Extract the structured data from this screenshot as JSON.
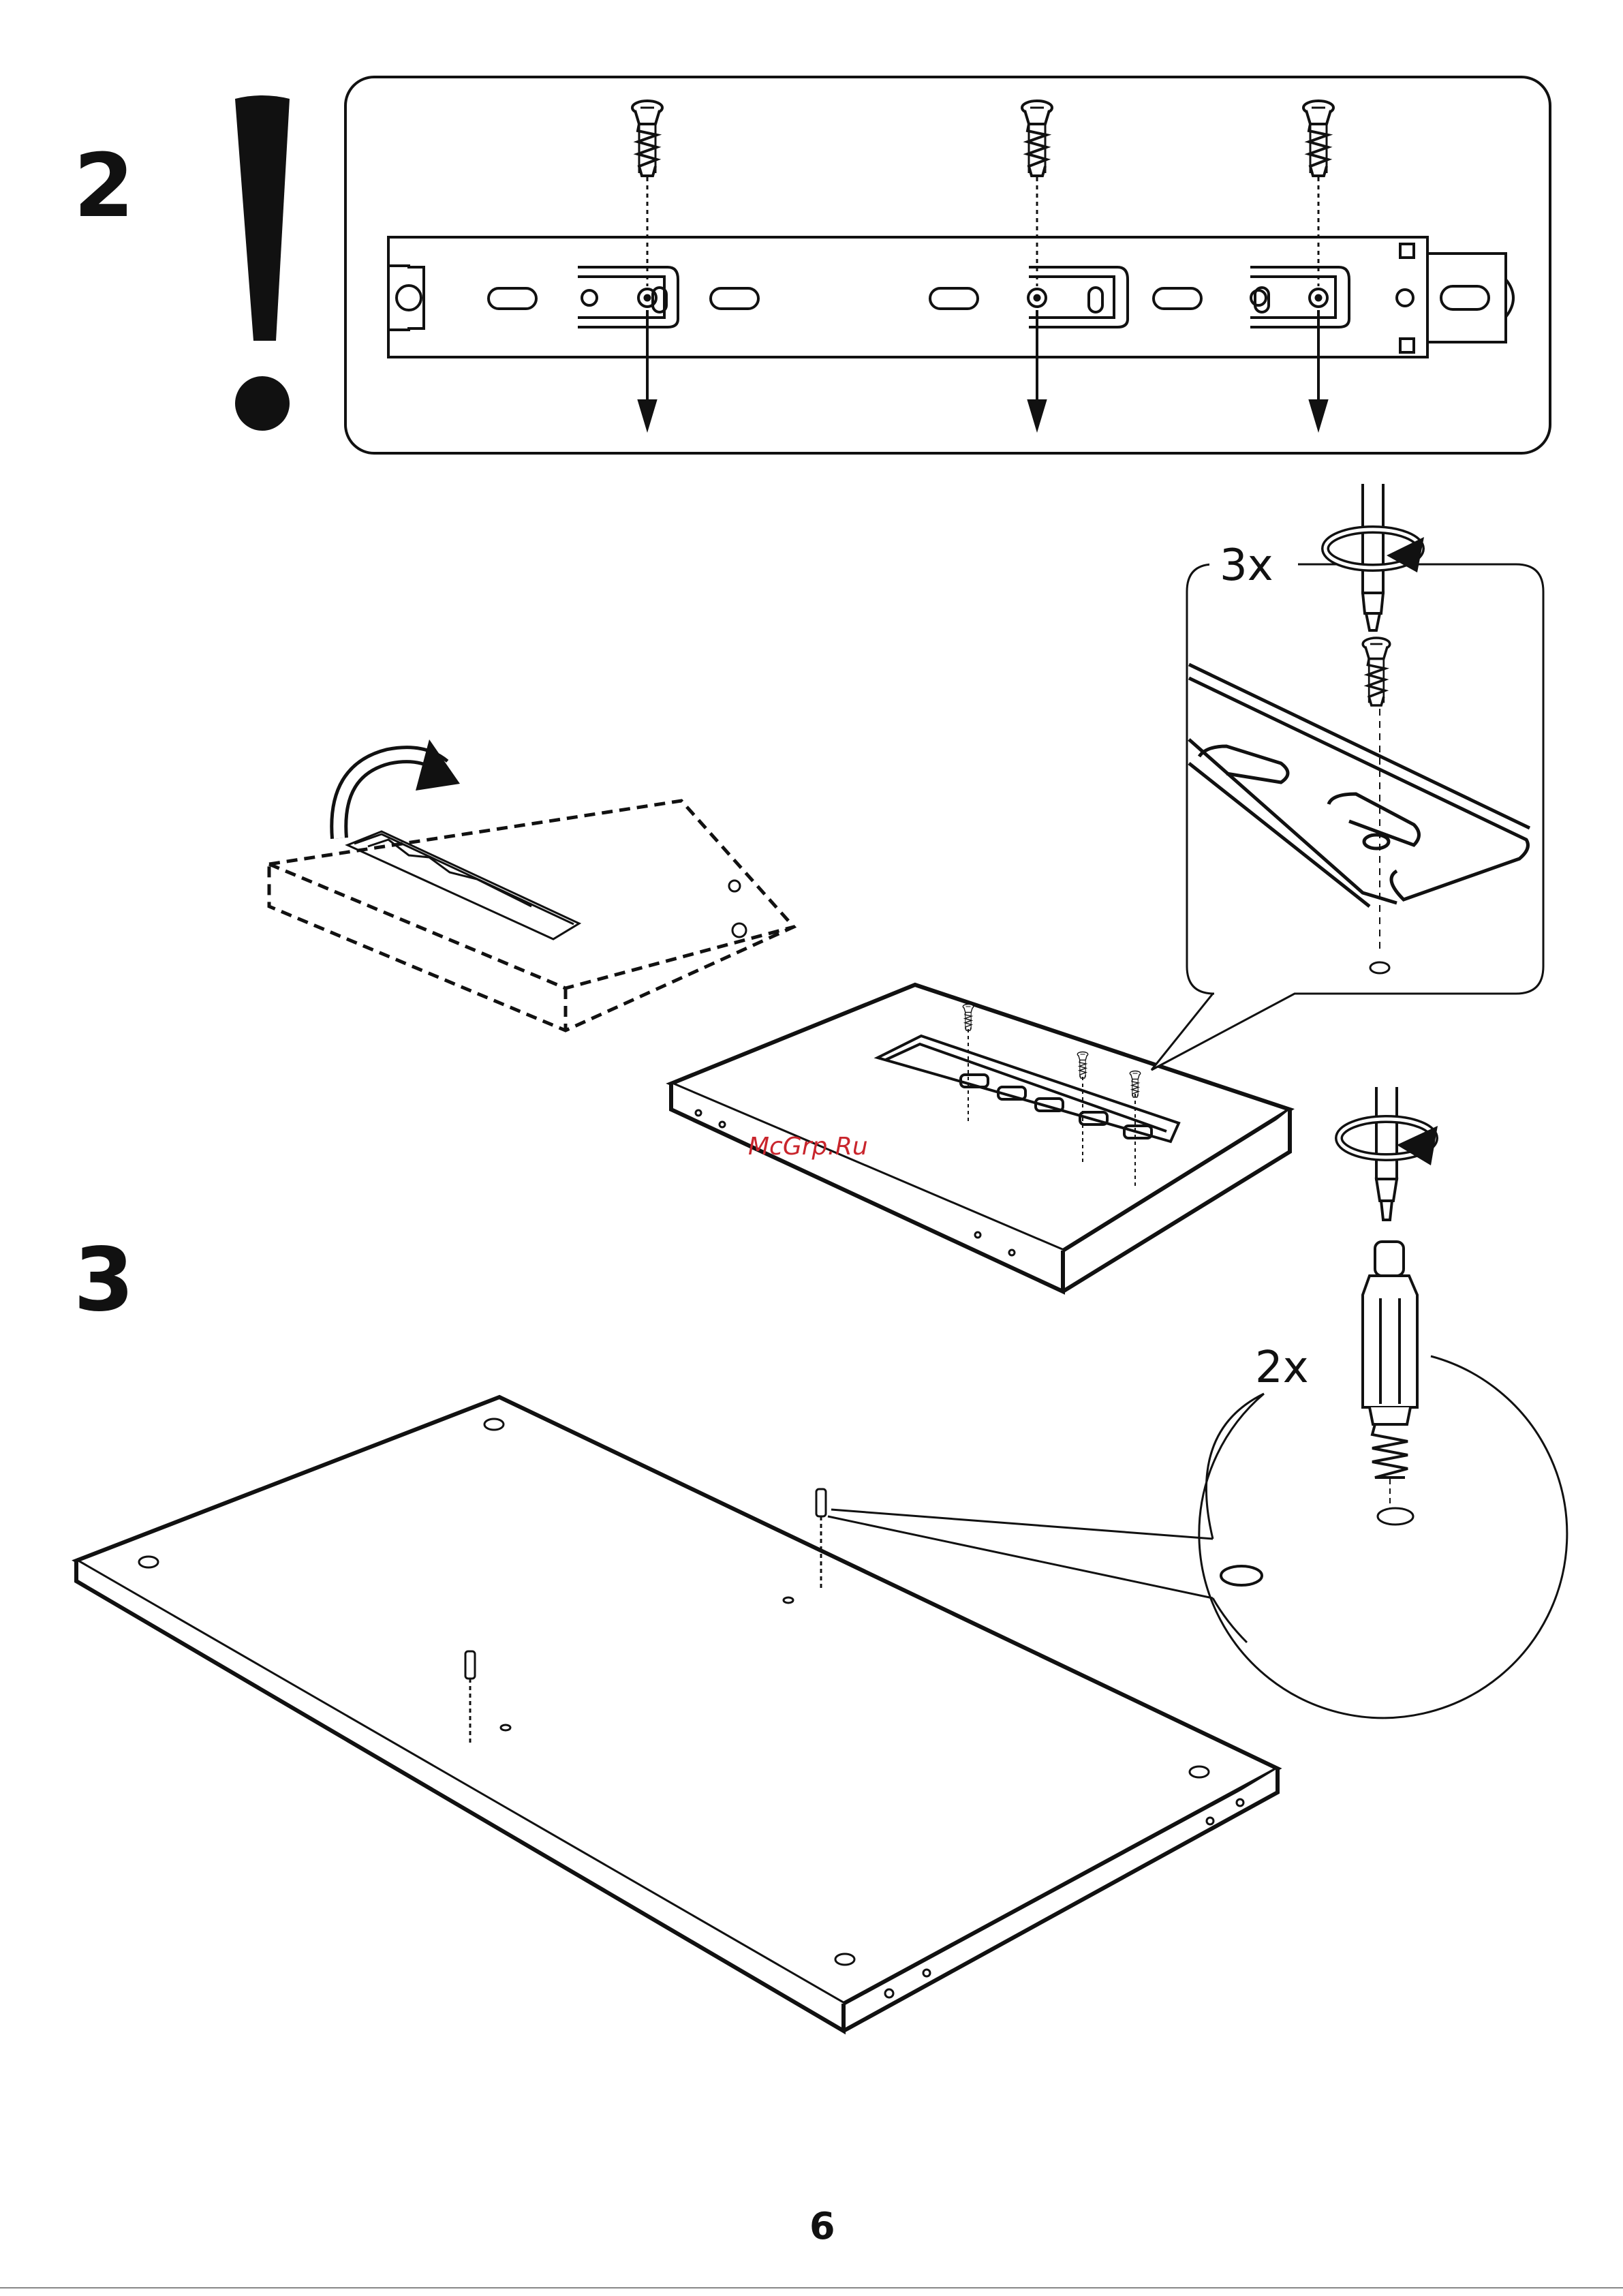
{
  "steps": {
    "step_2_label": "2",
    "step_3_label": "3"
  },
  "detail_callouts": {
    "screw_quantity": "3x",
    "dowel_quantity": "2x"
  },
  "watermark": "McGrp.Ru",
  "page_number": "6",
  "icons": [
    "exclamation-icon",
    "screw-icon",
    "drawer-runner-icon",
    "screwdriver-icon",
    "rotate-arrow-icon",
    "cam-dowel-icon",
    "flip-arrow-icon"
  ],
  "colors": {
    "ink": "#111111",
    "watermark": "#c9252c",
    "page": "#ffffff"
  }
}
